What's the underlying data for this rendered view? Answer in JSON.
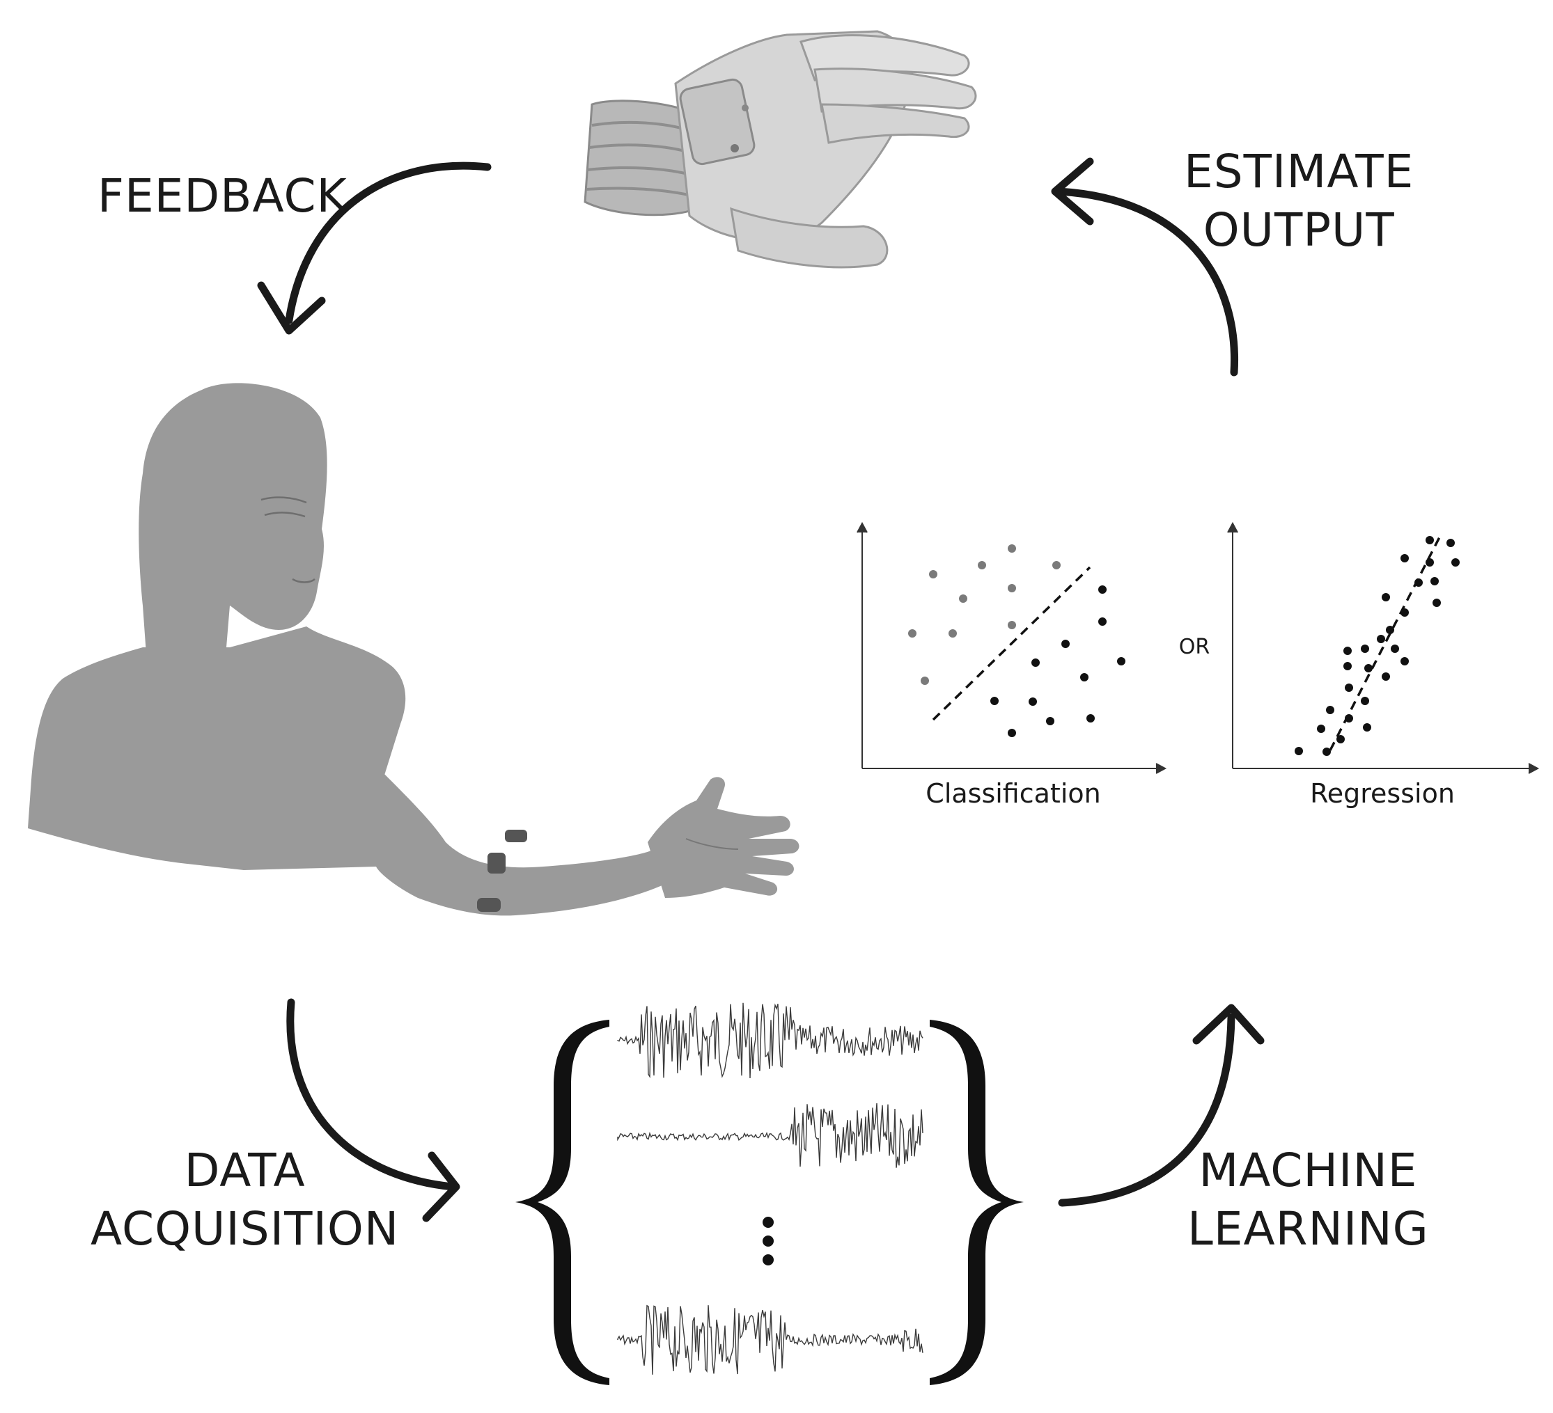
{
  "title": "",
  "stages": {
    "feedback": "FEEDBACK",
    "estimate_line1": "ESTIMATE",
    "estimate_line2": "OUTPUT",
    "data_line1": "DATA",
    "data_line2": "ACQUISITION",
    "ml_line1": "MACHINE",
    "ml_line2": "LEARNING"
  },
  "plots": {
    "classification_label": "Classification",
    "regression_label": "Regression",
    "or_label": "OR"
  },
  "colors": {
    "arrow": "#1a1a1a",
    "silhouette": "#9a9a9a",
    "electrode": "#555555",
    "hand": "#c8c8c8",
    "class_a_points": "#7a7a7a",
    "class_b_points": "#111111",
    "signal": "#3a3a3a"
  },
  "icons": {
    "person": "person-with-emg-electrodes-illustration",
    "hand": "prosthetic-hand-photo",
    "signals": "emg-signal-traces",
    "ellipsis": "vertical-ellipsis-icon"
  }
}
